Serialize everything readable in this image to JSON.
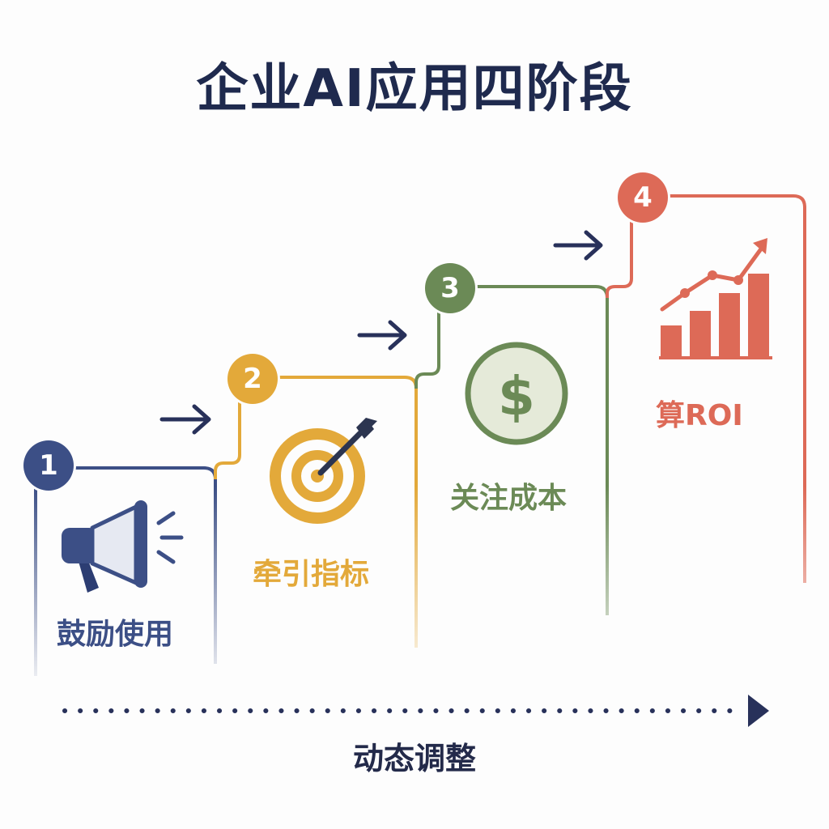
{
  "title": "企业AI应用四阶段",
  "stages": [
    {
      "number": "1",
      "label": "鼓励使用",
      "icon": "megaphone-icon",
      "color": "#3c4f86"
    },
    {
      "number": "2",
      "label": "牵引指标",
      "icon": "target-icon",
      "color": "#e3a93a"
    },
    {
      "number": "3",
      "label": "关注成本",
      "icon": "dollar-coin-icon",
      "color": "#6b8a56"
    },
    {
      "number": "4",
      "label": "算ROI",
      "icon": "growth-chart-icon",
      "color": "#dd6a57"
    }
  ],
  "bottom_label": "动态调整",
  "colors": {
    "title": "#1f2a4e",
    "arrow": "#28315a"
  }
}
